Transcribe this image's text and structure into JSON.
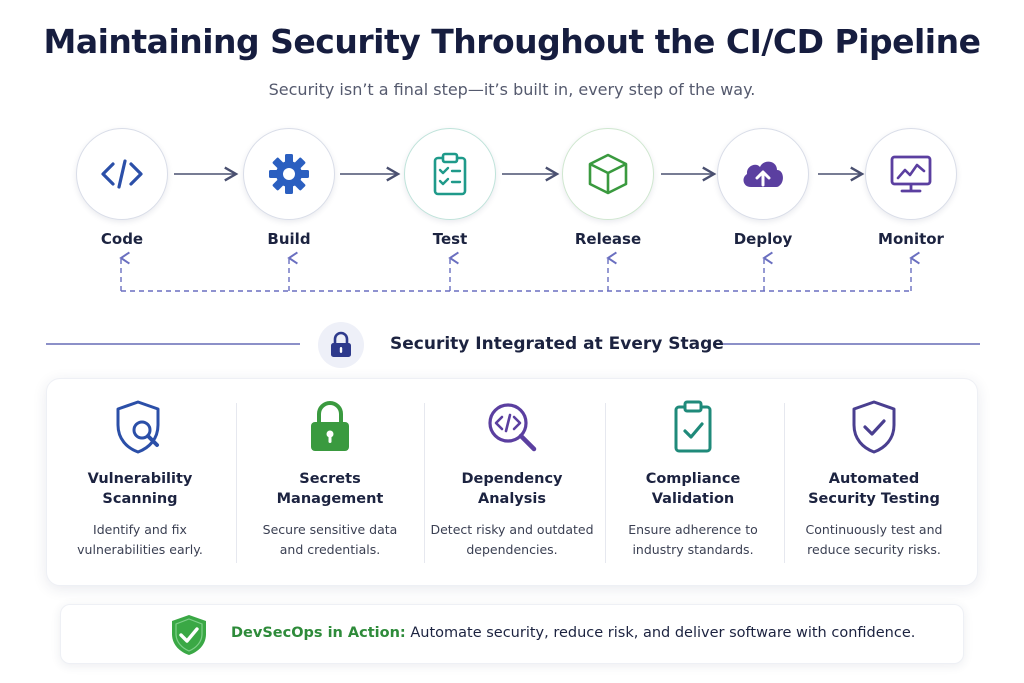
{
  "title": "Maintaining Security Throughout the CI/CD Pipeline",
  "subtitle": "Security isn’t a final step—it’s built in, every step of the way.",
  "stages": [
    {
      "label": "Code",
      "icon": "code-icon",
      "color": "#2b4fa8"
    },
    {
      "label": "Build",
      "icon": "gear-icon",
      "color": "#2b5fc0"
    },
    {
      "label": "Test",
      "icon": "clipboard-check-icon",
      "color": "#1f9a8a"
    },
    {
      "label": "Release",
      "icon": "box-icon",
      "color": "#3a9a3f"
    },
    {
      "label": "Deploy",
      "icon": "cloud-upload-icon",
      "color": "#5b3fa0"
    },
    {
      "label": "Monitor",
      "icon": "monitor-chart-icon",
      "color": "#5b3fa0"
    }
  ],
  "section_title": "Security Integrated at Every Stage",
  "practices": [
    {
      "title_line1": "Vulnerability",
      "title_line2": "Scanning",
      "desc_line1": "Identify and fix",
      "desc_line2": "vulnerabilities early.",
      "icon": "shield-search-icon",
      "color": "#2b4fa8"
    },
    {
      "title_line1": "Secrets",
      "title_line2": "Management",
      "desc_line1": "Secure sensitive data",
      "desc_line2": "and credentials.",
      "icon": "padlock-icon",
      "color": "#3a9a3f"
    },
    {
      "title_line1": "Dependency",
      "title_line2": "Analysis",
      "desc_line1": "Detect risky and outdated",
      "desc_line2": "dependencies.",
      "icon": "code-magnifier-icon",
      "color": "#5b3fa0"
    },
    {
      "title_line1": "Compliance",
      "title_line2": "Validation",
      "desc_line1": "Ensure adherence to",
      "desc_line2": "industry standards.",
      "icon": "clipboard-check-icon",
      "color": "#1f8a7a"
    },
    {
      "title_line1": "Automated",
      "title_line2": "Security Testing",
      "desc_line1": "Continuously test and",
      "desc_line2": "reduce security risks.",
      "icon": "shield-check-icon",
      "color": "#4a3f90"
    }
  ],
  "footer": {
    "heading": "DevSecOps in Action:",
    "text": "Automate security, reduce risk, and deliver software with confidence.",
    "icon": "shield-check-icon",
    "color": "#3aa845"
  },
  "colors": {
    "arrow": "#4a5070",
    "dashed": "#6a6fc0",
    "lock": "#2e3a8c"
  }
}
